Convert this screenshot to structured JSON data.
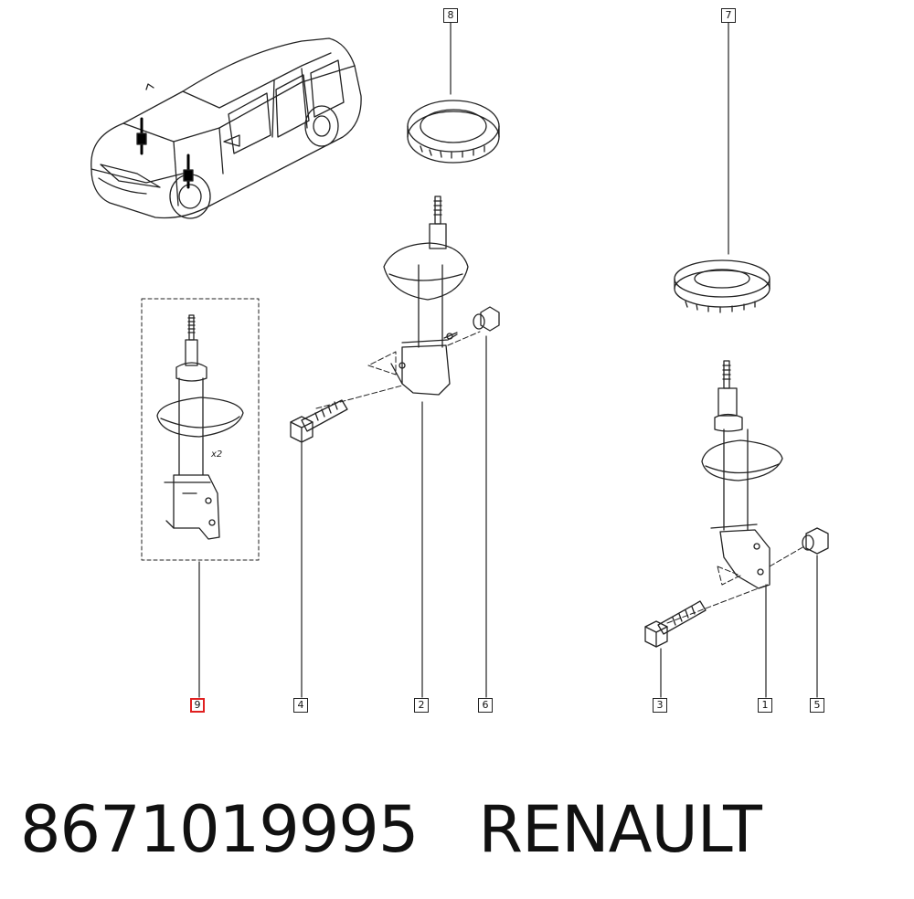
{
  "diagram": {
    "callouts": [
      {
        "id": "c1",
        "label": "1"
      },
      {
        "id": "c2",
        "label": "2"
      },
      {
        "id": "c3",
        "label": "3"
      },
      {
        "id": "c4",
        "label": "4"
      },
      {
        "id": "c5",
        "label": "5"
      },
      {
        "id": "c6",
        "label": "6"
      },
      {
        "id": "c7",
        "label": "7"
      },
      {
        "id": "c8",
        "label": "8"
      },
      {
        "id": "c9",
        "label": "9",
        "highlighted": true
      }
    ],
    "quantity_note": "x2",
    "highlight_color": "#e02020",
    "line_color": "#222222"
  },
  "caption": {
    "part_number": "8671019995",
    "brand": "RENAULT"
  }
}
